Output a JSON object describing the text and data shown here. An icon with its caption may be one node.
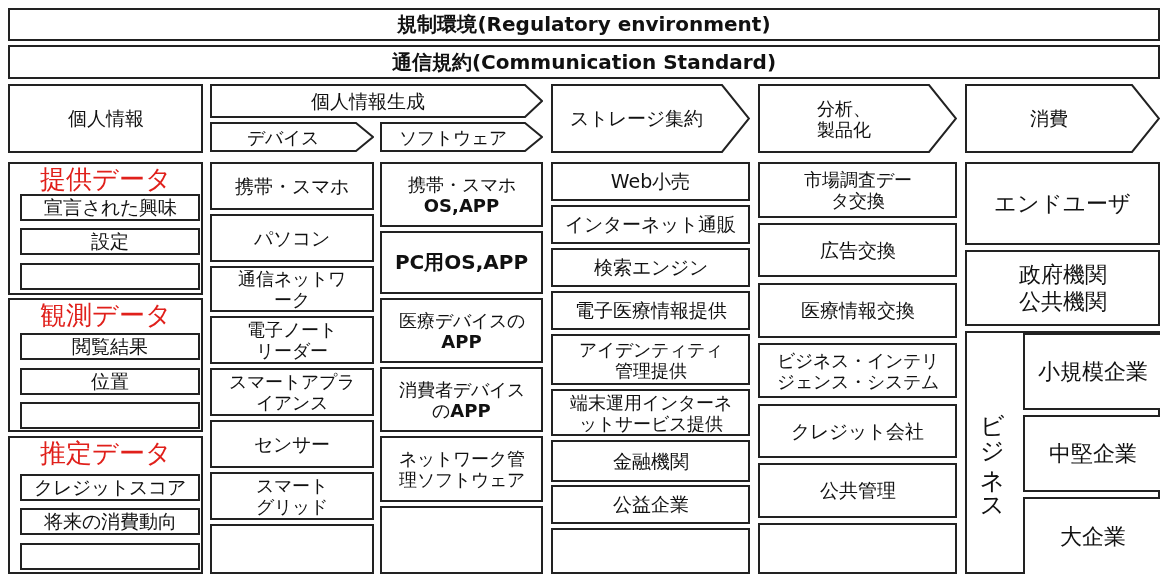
{
  "diagram": {
    "nodes": [
      {
        "text": [
          "規制環境(Regulatory environment)"
        ]
      },
      {
        "text": [
          "通信規約(Communication Standard)"
        ]
      },
      {
        "text": [
          "個人情報"
        ]
      },
      {
        "text": [
          "個人情報生成"
        ]
      },
      {
        "text": [
          "デバイス"
        ]
      },
      {
        "text": [
          "ソフトウェア"
        ]
      },
      {
        "text": [
          "ストレージ集約"
        ]
      },
      {
        "text": [
          "分析、製品化"
        ]
      },
      {
        "text": [
          "消費"
        ]
      },
      {
        "text": [
          "提供データ"
        ]
      },
      {
        "text": [
          "宣言された興味"
        ],
        "in": 9
      },
      {
        "text": [
          "設定"
        ],
        "in": 9
      },
      {
        "text": [],
        "shape": "box",
        "in": 9
      },
      {
        "text": [
          "観測データ"
        ]
      },
      {
        "text": [
          "閲覧結果"
        ],
        "in": 13
      },
      {
        "text": [
          "位置"
        ],
        "in": 13
      },
      {
        "text": [],
        "shape": "box",
        "in": 13
      },
      {
        "text": [
          "推定データ"
        ]
      },
      {
        "text": [
          "クレジットスコア"
        ],
        "in": 17
      },
      {
        "text": [
          "将来の消費動向"
        ],
        "in": 17
      },
      {
        "text": [],
        "shape": "box",
        "in": 17
      },
      {
        "text": [
          "携帯・スマホ"
        ]
      },
      {
        "text": [
          "パソコン"
        ]
      },
      {
        "text": [
          "通信ネットワーク"
        ]
      },
      {
        "text": [
          "電子ノートリーダー"
        ]
      },
      {
        "text": [
          "スマートアプライアンス"
        ]
      },
      {
        "text": [
          "センサー"
        ]
      },
      {
        "text": [
          "スマートグリッド"
        ]
      },
      {
        "text": [],
        "shape": "box"
      },
      {
        "text": [
          "携帯・スマホ**OS,APP**"
        ]
      },
      {
        "text": [
          "PC用OS,APP"
        ]
      },
      {
        "text": [
          "医療デバイスの**APP**"
        ]
      },
      {
        "text": [
          "消費者デバイスの**APP**"
        ]
      },
      {
        "text": [
          "ネットワーク管理ソフトウェア"
        ]
      },
      {
        "text": [],
        "shape": "box"
      },
      {
        "text": [
          "Web小売"
        ]
      },
      {
        "text": [
          "インターネット通販"
        ]
      },
      {
        "text": [
          "検索エンジン"
        ]
      },
      {
        "text": [
          "電子医療情報提供"
        ]
      },
      {
        "text": [
          "アイデンティティ管理提供"
        ]
      },
      {
        "text": [
          "端末運用インターネットサービス提供"
        ]
      },
      {
        "text": [
          "金融機関"
        ]
      },
      {
        "text": [
          "公益企業"
        ]
      },
      {
        "text": [],
        "shape": "box"
      },
      {
        "text": [
          "市場調査データ交換"
        ]
      },
      {
        "text": [
          "広告交換"
        ]
      },
      {
        "text": [
          "医療情報交換"
        ]
      },
      {
        "text": [
          "ビジネス・インテリジェンス・システム"
        ]
      },
      {
        "text": [
          "クレジット会社"
        ]
      },
      {
        "text": [
          "公共管理"
        ]
      },
      {
        "text": [],
        "shape": "box"
      },
      {
        "text": [
          "エンドユーザ"
        ]
      },
      {
        "text": [
          "政府機関公共機関"
        ]
      },
      {
        "text": [
          "ビジネス"
        ]
      },
      {
        "text": [
          "小規模企業"
        ],
        "in": 53
      },
      {
        "text": [
          "中堅企業"
        ],
        "in": 53
      },
      {
        "text": [
          "大企業"
        ],
        "in": 53
      }
    ]
  }
}
